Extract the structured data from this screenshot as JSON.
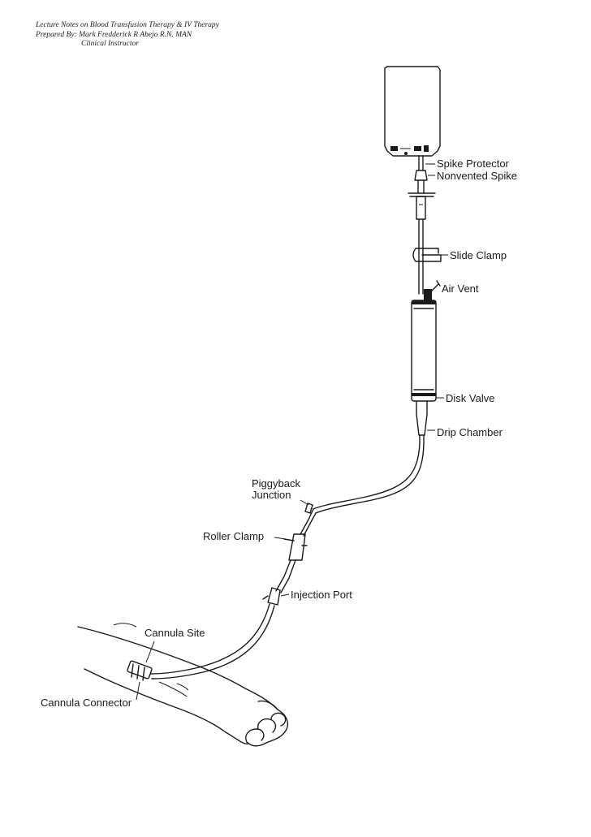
{
  "header": {
    "line1": "Lecture Notes on Blood Transfusion Therapy & IV Therapy",
    "line2": "Prepared By: Mark Fredderick R Abejo R.N. MAN",
    "line3": "Clinical Instructor"
  },
  "labels": {
    "spike_protector": "Spike Protector",
    "nonvented_spike": "Nonvented Spike",
    "slide_clamp": "Slide Clamp",
    "air_vent": "Air Vent",
    "disk_valve": "Disk Valve",
    "drip_chamber": "Drip Chamber",
    "piggyback_1": "Piggyback",
    "piggyback_2": "Junction",
    "roller_clamp": "Roller Clamp",
    "injection_port": "Injection Port",
    "cannula_site": "Cannula Site",
    "cannula_connector": "Cannula Connector"
  }
}
